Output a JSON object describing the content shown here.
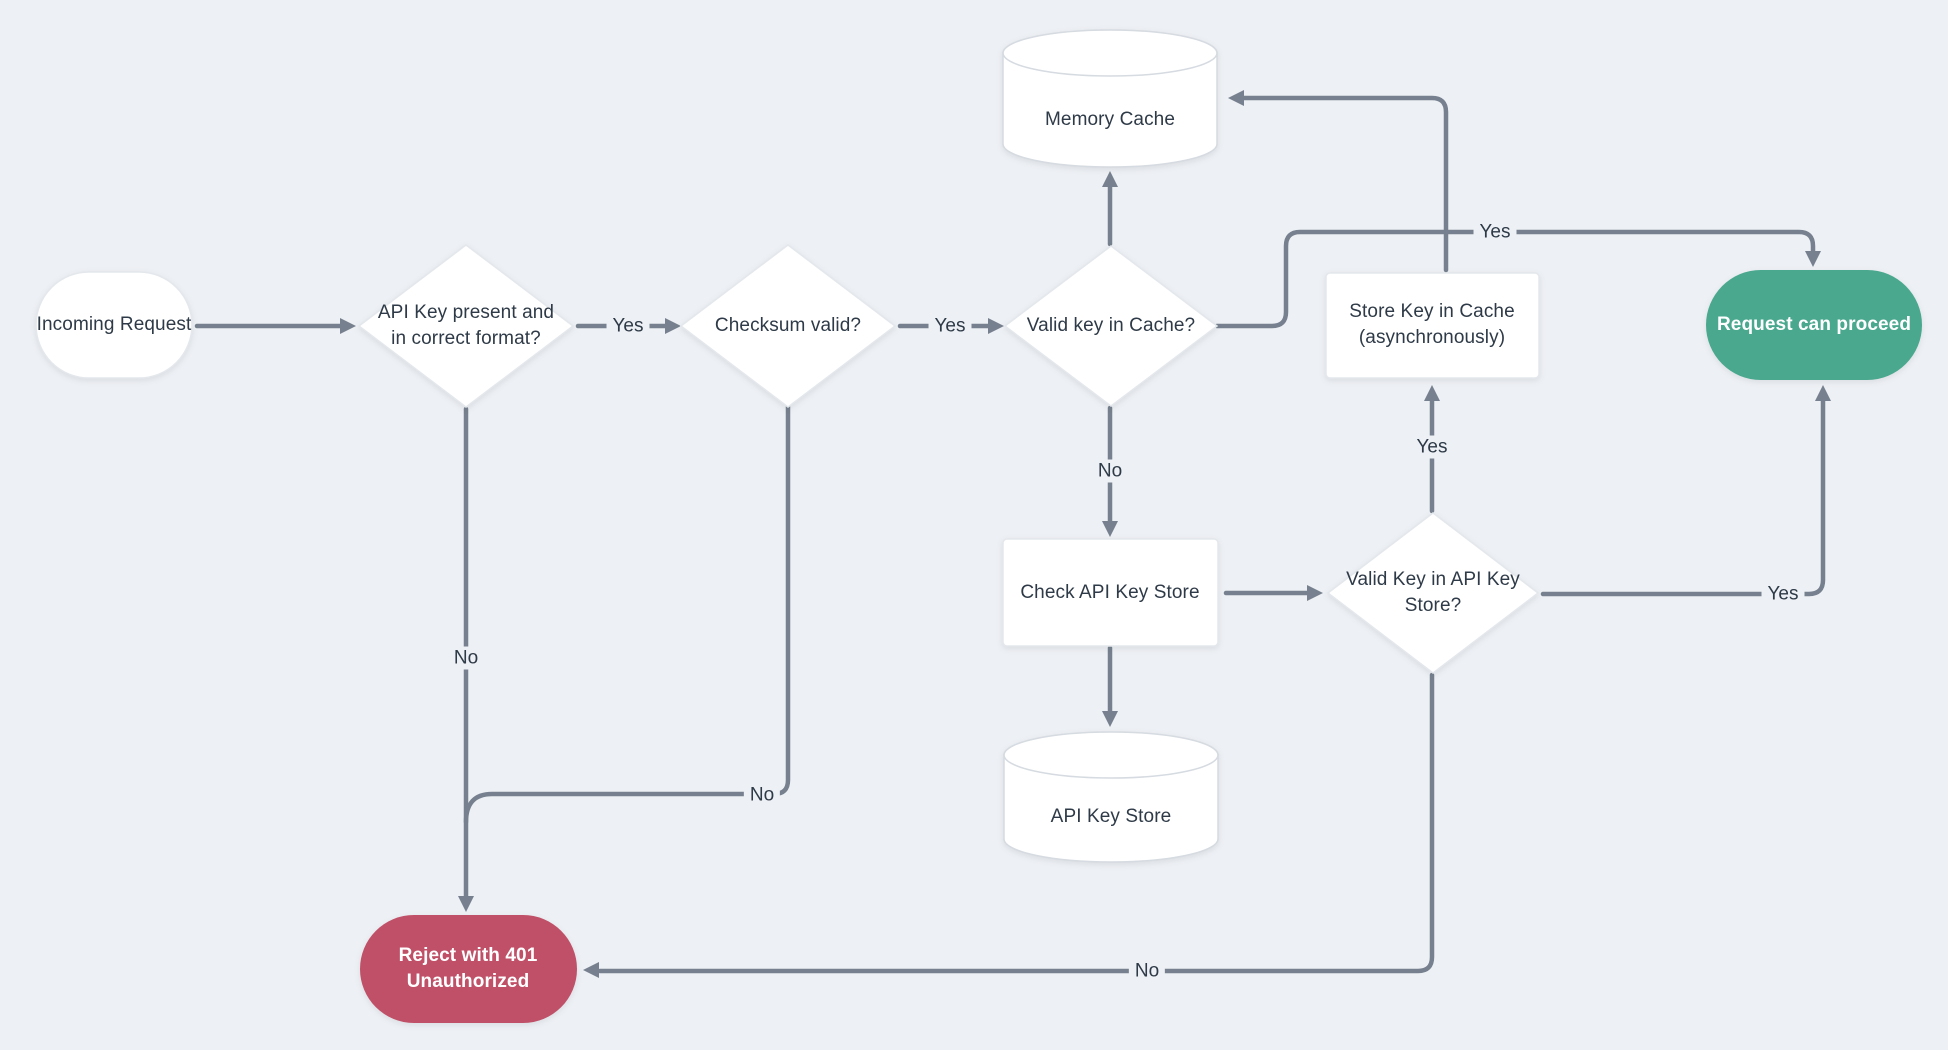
{
  "diagram": {
    "type": "flowchart",
    "background_color": "#edf0f4",
    "edge_color": "#76808e",
    "text_color": "#2e3a47",
    "success_color": "#4aa88f",
    "danger_color": "#c05068",
    "nodes": {
      "incoming_request": {
        "label": "Incoming Request",
        "shape": "stadium"
      },
      "check_format": {
        "label": "API Key present and in correct format?",
        "shape": "decision"
      },
      "checksum_valid": {
        "label": "Checksum valid?",
        "shape": "decision"
      },
      "valid_key_cache": {
        "label": "Valid key in Cache?",
        "shape": "decision"
      },
      "memory_cache": {
        "label": "Memory Cache",
        "shape": "cylinder"
      },
      "store_key_cache": {
        "label": "Store Key in Cache (asynchronously)",
        "shape": "process"
      },
      "request_proceed": {
        "label": "Request can proceed",
        "shape": "stadium",
        "fill": "#4aa88f"
      },
      "check_api_store": {
        "label": "Check API Key Store",
        "shape": "process"
      },
      "valid_key_store": {
        "label": "Valid Key in API Key Store?",
        "shape": "decision"
      },
      "api_key_store": {
        "label": "API Key Store",
        "shape": "cylinder"
      },
      "reject_401": {
        "label": "Reject with 401 Unauthorized",
        "shape": "stadium",
        "fill": "#c05068"
      }
    },
    "edge_labels": {
      "format_yes": "Yes",
      "checksum_yes": "Yes",
      "cache_top_yes": "Yes",
      "cache_no": "No",
      "store_up_yes": "Yes",
      "store_right_yes": "Yes",
      "store_no": "No",
      "format_no": "No",
      "checksum_no": "No"
    }
  }
}
